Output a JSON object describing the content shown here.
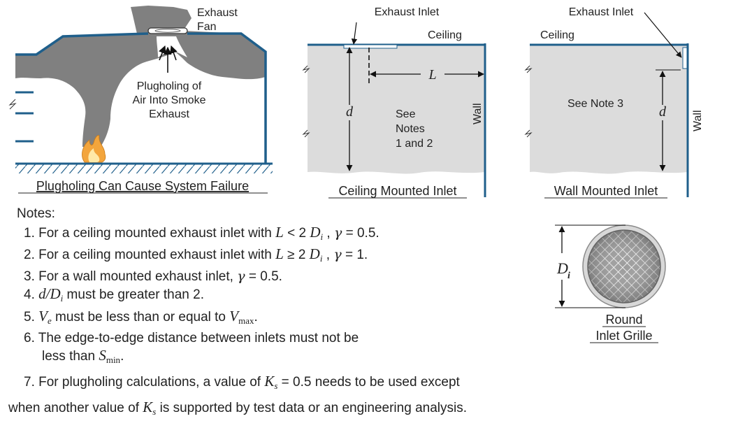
{
  "panel_plugholing": {
    "exhaust_fan_label_1": "Exhaust",
    "exhaust_fan_label_2": "Fan",
    "plugholing_label_1": "Plugholing of",
    "plugholing_label_2": "Air Into Smoke",
    "plugholing_label_3": "Exhaust",
    "caption": "Plugholing Can Cause System Failure"
  },
  "panel_ceiling": {
    "exhaust_inlet_label": "Exhaust Inlet",
    "ceiling_label": "Ceiling",
    "L_symbol": "L",
    "d_symbol": "d",
    "note_1": "See",
    "note_2": "Notes",
    "note_3": "1 and 2",
    "wall_label": "Wall",
    "caption": "Ceiling Mounted Inlet"
  },
  "panel_wall": {
    "exhaust_inlet_label": "Exhaust Inlet",
    "ceiling_label": "Ceiling",
    "note": "See Note 3",
    "d_symbol": "d",
    "wall_label": "Wall",
    "caption": "Wall Mounted Inlet"
  },
  "round_grille": {
    "dim_symbol": "D",
    "dim_subscript": "i",
    "caption_1": "Round",
    "caption_2": "Inlet Grille"
  },
  "notes": {
    "heading": "Notes:",
    "n1_pre": "1. For a ceiling mounted exhaust inlet with ",
    "n1_L": "L",
    "n1_op": " < 2 ",
    "n1_D": "D",
    "n1_i": "i",
    "n1_mid": " , ",
    "n1_gamma": "γ",
    "n1_post": " = 0.5.",
    "n2_pre": "2. For a ceiling mounted exhaust inlet with ",
    "n2_L": "L",
    "n2_op": " ≥ 2 ",
    "n2_D": "D",
    "n2_i": "i",
    "n2_mid": " , ",
    "n2_gamma": "γ",
    "n2_post": " = 1.",
    "n3_pre": "3. For a wall mounted exhaust inlet, ",
    "n3_gamma": "γ",
    "n3_post": " = 0.5.",
    "n4_pre": "4. ",
    "n4_d": "d",
    "n4_slash": "/",
    "n4_D": "D",
    "n4_i": "i",
    "n4_post": " must be greater than 2.",
    "n5_pre": "5. ",
    "n5_V": "V",
    "n5_e": "e",
    "n5_mid": " must be less than or equal to ",
    "n5_V2": "V",
    "n5_max": "max",
    "n5_post": ".",
    "n6_line1": "6. The edge-to-edge distance between inlets must not be",
    "n6_pre2": "less than ",
    "n6_S": "S",
    "n6_min": "min",
    "n6_post": ".",
    "n7_pre": "7. For plugholing calculations, a value of ",
    "n7_K": "K",
    "n7_s": "s",
    "n7_post": " = 0.5 needs to be used except",
    "n7b_pre": "when another value of ",
    "n7b_K": "K",
    "n7b_s": "s",
    "n7b_post": " is supported by test data or an engineering analysis."
  },
  "colors": {
    "structure_blue": "#1f5f8b",
    "smoke_gray": "#808080",
    "room_fill": "#dcdcdc",
    "ground_fill": "#e4e4e4",
    "flame_orange": "#f3a53c",
    "flame_light": "#ffe9a8"
  }
}
